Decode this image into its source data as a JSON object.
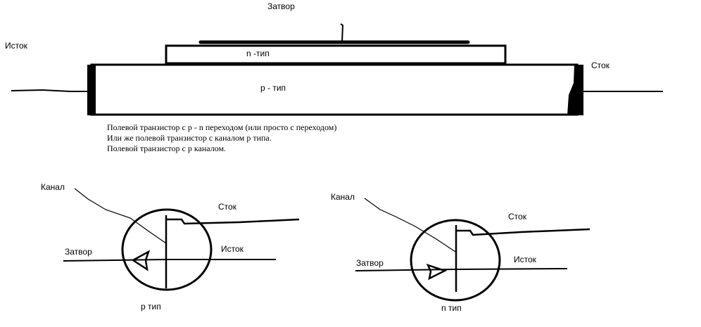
{
  "colors": {
    "ink": "#000000",
    "background": "#ffffff"
  },
  "structure": {
    "gate": "Затвор",
    "source": "Исток",
    "drain": "Сток",
    "n_layer": "n -тип",
    "p_layer": "p - тип"
  },
  "description": [
    "Полевой транзистор с p - n переходом (или просто с переходом)",
    "Или же полевой транзистор с каналом p типа.",
    "Полевой транзистор с p каналом."
  ],
  "symbol_p": {
    "channel": "Канал",
    "drain": "Сток",
    "gate": "Затвор",
    "source": "Исток",
    "caption": "p тип"
  },
  "symbol_n": {
    "channel": "Канал",
    "drain": "Сток",
    "gate": "Затвор",
    "source": "Исток",
    "caption": "n тип"
  }
}
